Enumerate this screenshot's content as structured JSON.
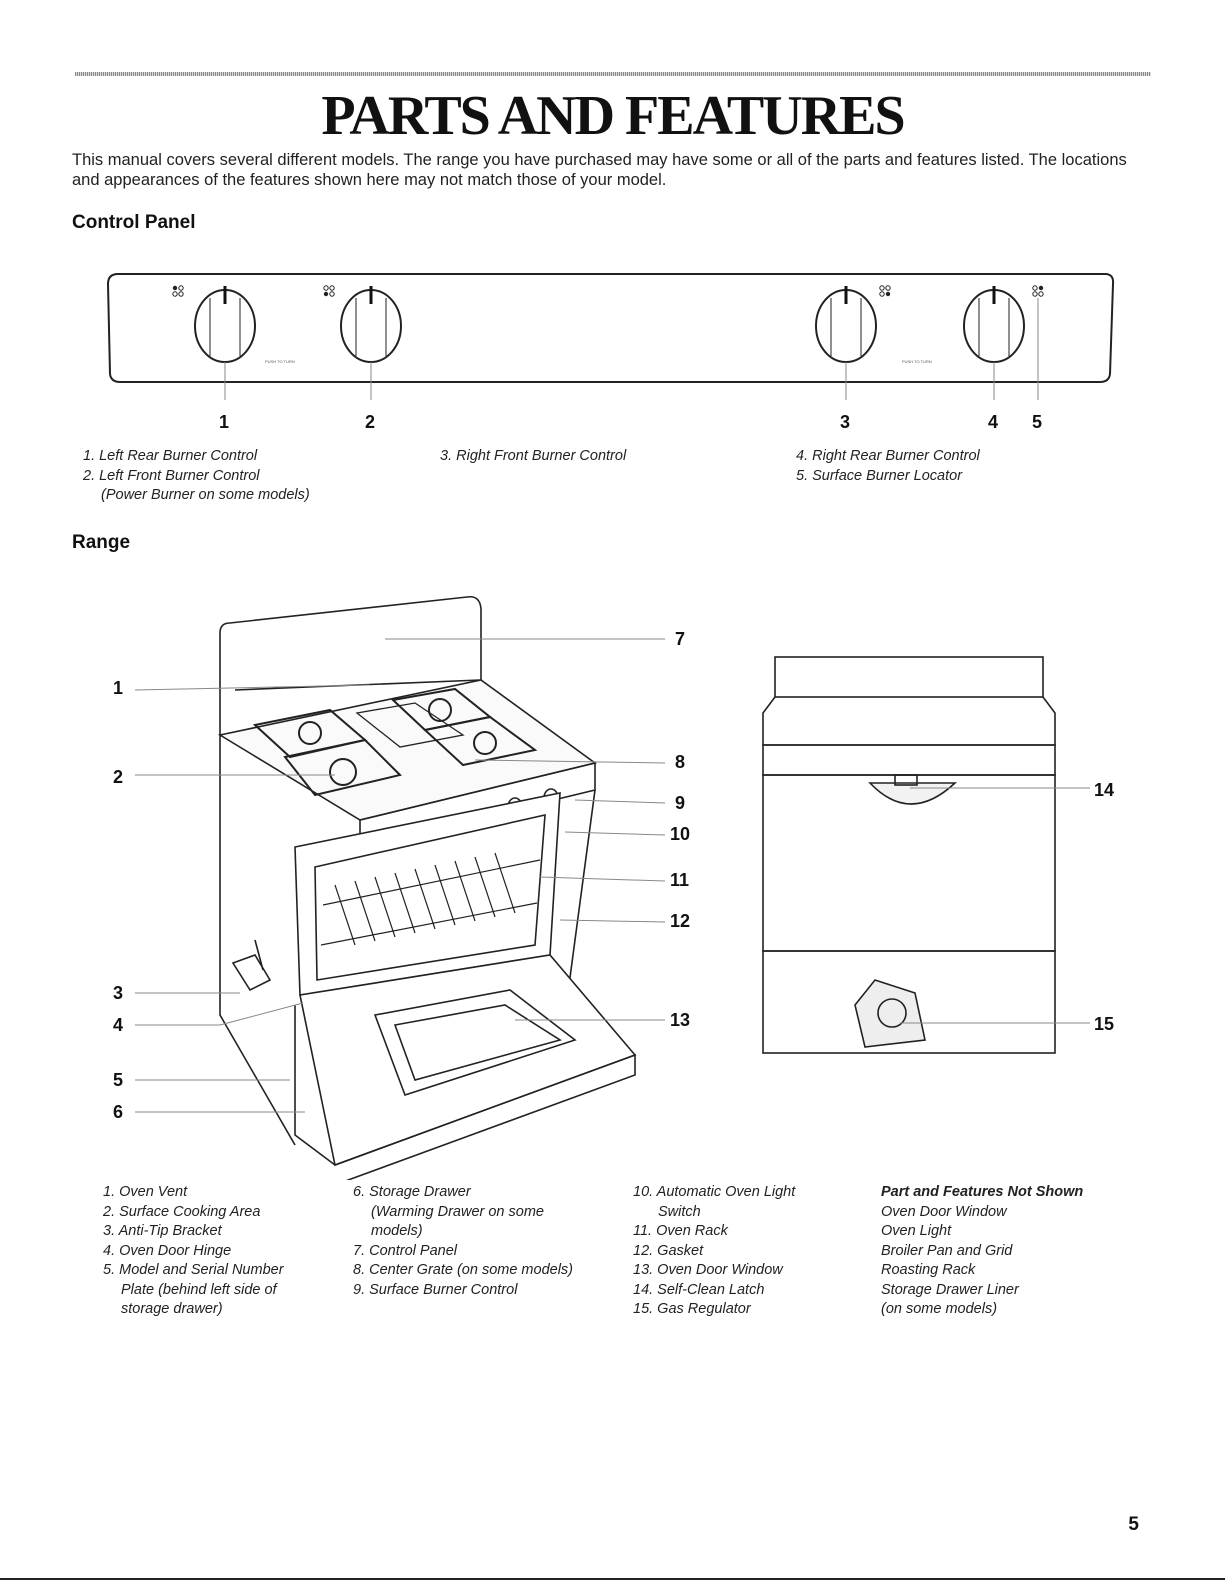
{
  "page": {
    "title": "PARTS AND FEATURES",
    "intro": "This manual covers several different models. The range you have purchased may have some or all of the parts and features listed. The locations and appearances of the features shown here may not match those of your model.",
    "page_number": "5"
  },
  "control_panel": {
    "heading": "Control Panel",
    "knob_label": "PUSH TO TURN",
    "callouts": [
      "1",
      "2",
      "3",
      "4",
      "5"
    ],
    "legend_col1": [
      "1. Left Rear Burner Control",
      "2. Left Front Burner Control",
      "(Power Burner on some models)"
    ],
    "legend_col2": [
      "3. Right Front Burner Control"
    ],
    "legend_col3": [
      "4. Right Rear Burner Control",
      "5. Surface Burner Locator"
    ]
  },
  "range": {
    "heading": "Range",
    "callouts": [
      "1",
      "2",
      "3",
      "4",
      "5",
      "6",
      "7",
      "8",
      "9",
      "10",
      "11",
      "12",
      "13",
      "14",
      "15"
    ],
    "legend_col1": [
      "1. Oven Vent",
      "2. Surface Cooking Area",
      "3. Anti-Tip Bracket",
      "4. Oven Door Hinge",
      "5. Model and Serial Number",
      "Plate (behind left side of",
      "storage drawer)"
    ],
    "legend_col2": [
      "6. Storage Drawer",
      "(Warming Drawer on some",
      "models)",
      "7. Control Panel",
      "8. Center Grate (on some models)",
      "9. Surface Burner Control"
    ],
    "legend_col3": [
      "10. Automatic Oven Light",
      "Switch",
      "11. Oven Rack",
      "12. Gasket",
      "13. Oven Door Window",
      "14. Self-Clean Latch",
      "15. Gas Regulator"
    ],
    "not_shown_heading": "Part and Features Not Shown",
    "not_shown": [
      "Oven Door Window",
      "Oven Light",
      "Broiler Pan and Grid",
      "Roasting Rack",
      "Storage Drawer Liner",
      "(on some models)"
    ]
  }
}
